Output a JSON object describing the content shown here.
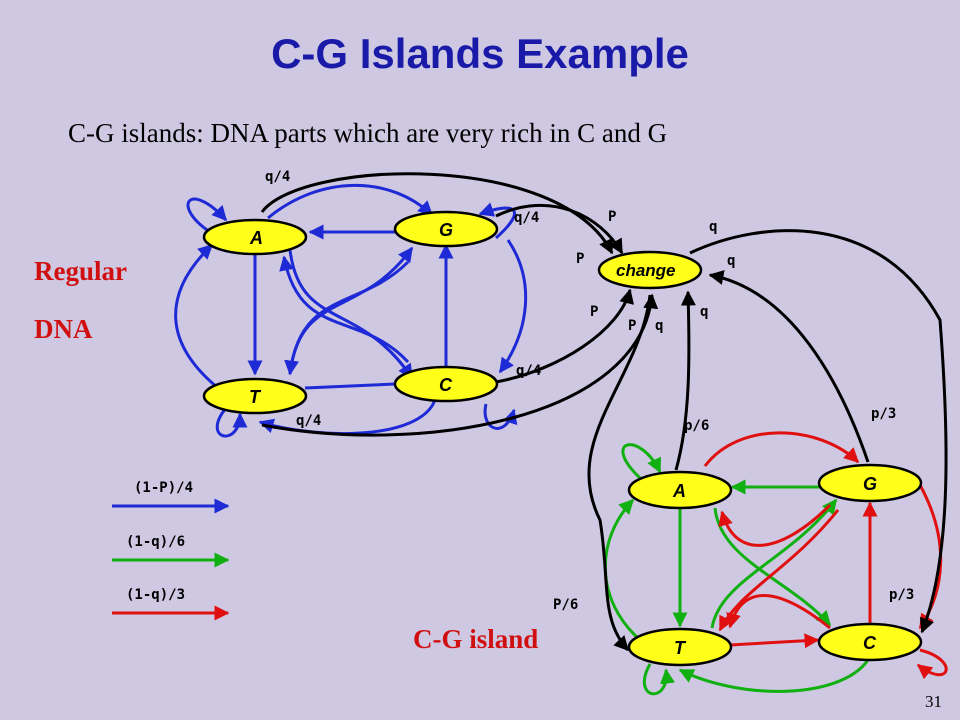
{
  "slide": {
    "title": "C-G Islands Example",
    "subtitle": "C-G islands: DNA parts which are very rich in C and G",
    "regular_label_1": "Regular",
    "regular_label_2": "DNA",
    "island_label": "C-G island",
    "page_number": "31"
  },
  "nodes": {
    "regular": {
      "A": "A",
      "G": "G",
      "T": "T",
      "C": "C"
    },
    "change": "change",
    "island": {
      "A": "A",
      "G": "G",
      "T": "T",
      "C": "C"
    }
  },
  "edge_labels": {
    "q4_top": "q/4",
    "q4_g": "q/4",
    "q4_c": "q/4",
    "q4_t": "q/4",
    "P_1": "P",
    "P_2": "P",
    "P_3": "P",
    "P_4": "P",
    "q_1": "q",
    "q_2": "q",
    "q_3": "q",
    "q_4": "q",
    "p6_a": "p/6",
    "p6_t": "P/6",
    "p3_g": "p/3",
    "p3_c": "p/3"
  },
  "legend": [
    {
      "label": "(1-P)/4",
      "color": "#1e2ad6"
    },
    {
      "label": "(1-q)/6",
      "color": "#10b010"
    },
    {
      "label": "(1-q)/3",
      "color": "#e01010"
    }
  ],
  "colors": {
    "background": "#cfc8e2",
    "title": "#1a1aa8",
    "blue": "#1e2ad6",
    "green": "#10b010",
    "red": "#e01010",
    "black": "#000000",
    "node_fill": "#ffff1a"
  }
}
